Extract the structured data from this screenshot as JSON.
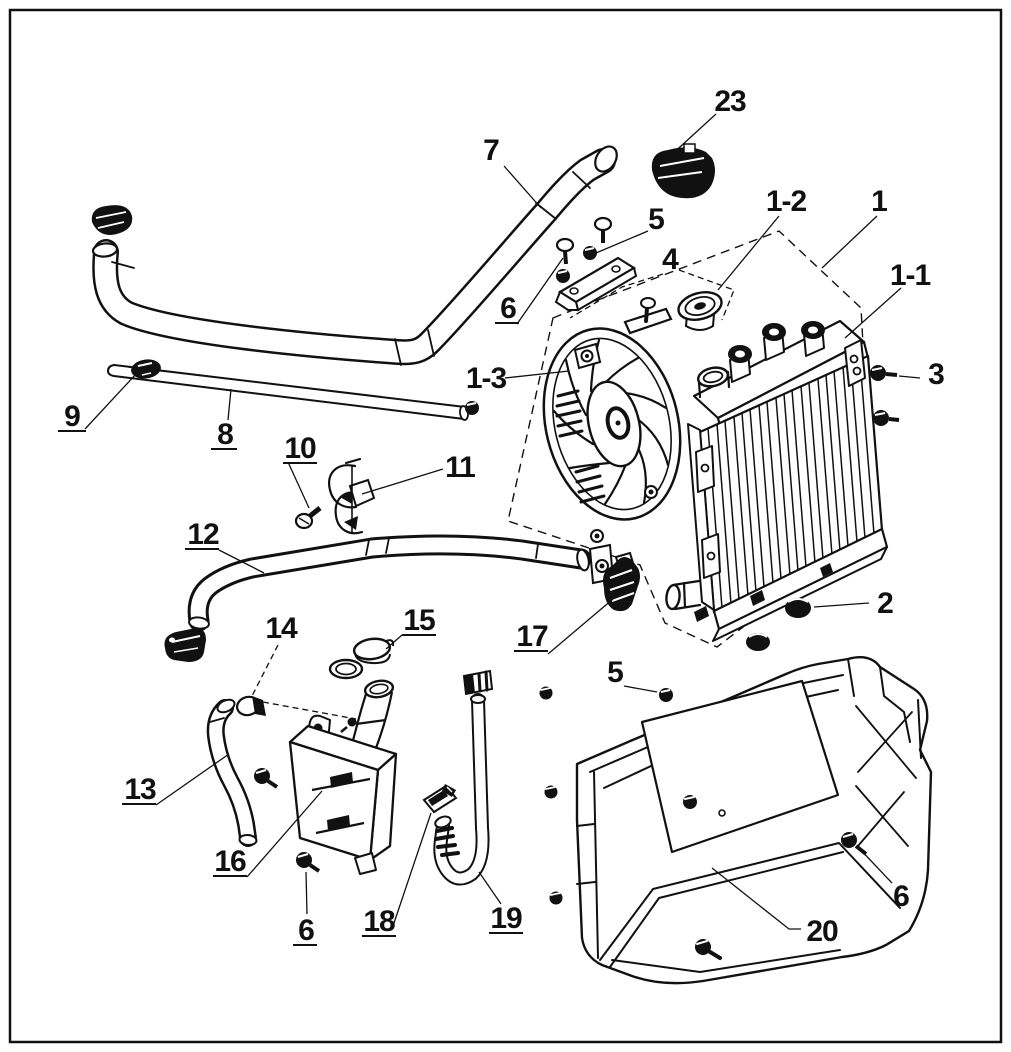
{
  "diagram": {
    "type": "exploded-parts-diagram",
    "subject": "Radiator cooling system exploded view",
    "ink_color": "#111111",
    "background_color": "#ffffff",
    "callouts": [
      {
        "part": "7",
        "text": "7"
      },
      {
        "part": "23",
        "text": "23"
      },
      {
        "part": "5-upper",
        "text": "5"
      },
      {
        "part": "4",
        "text": "4"
      },
      {
        "part": "6-upper",
        "text": "6"
      },
      {
        "part": "1-2",
        "text": "1-2"
      },
      {
        "part": "1",
        "text": "1"
      },
      {
        "part": "1-1",
        "text": "1-1"
      },
      {
        "part": "3",
        "text": "3"
      },
      {
        "part": "1-3",
        "text": "1-3"
      },
      {
        "part": "9",
        "text": "9"
      },
      {
        "part": "8",
        "text": "8"
      },
      {
        "part": "10",
        "text": "10"
      },
      {
        "part": "11",
        "text": "11"
      },
      {
        "part": "12",
        "text": "12"
      },
      {
        "part": "17",
        "text": "17"
      },
      {
        "part": "2",
        "text": "2"
      },
      {
        "part": "14",
        "text": "14"
      },
      {
        "part": "15",
        "text": "15"
      },
      {
        "part": "5-lower",
        "text": "5"
      },
      {
        "part": "13",
        "text": "13"
      },
      {
        "part": "16",
        "text": "16"
      },
      {
        "part": "6-lower-left",
        "text": "6"
      },
      {
        "part": "18",
        "text": "18"
      },
      {
        "part": "19",
        "text": "19"
      },
      {
        "part": "20",
        "text": "20"
      },
      {
        "part": "6-lower-right",
        "text": "6"
      }
    ]
  }
}
